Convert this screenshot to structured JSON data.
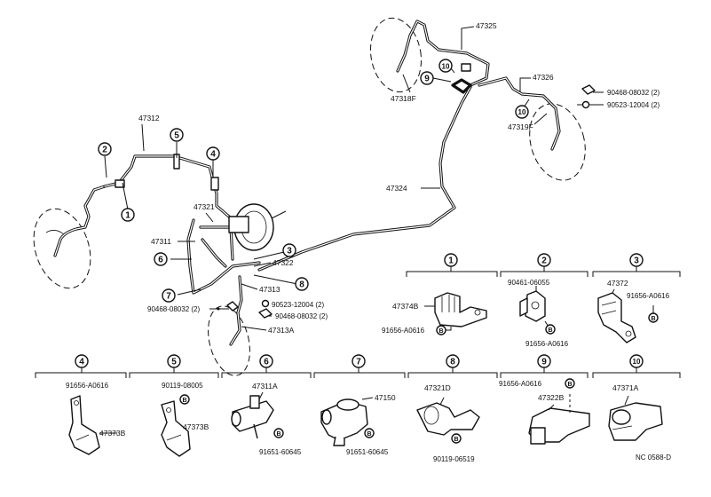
{
  "callouts": {
    "c1": "1",
    "c2": "2",
    "c3": "3",
    "c4": "4",
    "c5": "5",
    "c6": "6",
    "c7": "7",
    "c8": "8",
    "c9": "9",
    "c10": "10",
    "b": "B"
  },
  "main": {
    "p47312": "47312",
    "p47321": "47321",
    "p47311": "47311",
    "p47322": "47322",
    "p47313": "47313",
    "p47313A": "47313A",
    "p47324": "47324",
    "p47325": "47325",
    "p47326": "47326",
    "p47318F": "47318F",
    "p47319F": "47319F",
    "f90523_left": "90523-12004 (2)",
    "f90468_left_a": "90468-08032 (2)",
    "f90468_left_b": "90468-08032 (2)",
    "f90468_right": "90468-08032 (2)",
    "f90523_right": "90523-12004 (2)"
  },
  "details": {
    "d1_part": "47374B",
    "d1_bolt": "91656-A0616",
    "d2_bolt_top": "90461-06055",
    "d2_bolt_bot": "91656-A0616",
    "d3_part": "47372",
    "d3_bolt": "91656-A0616",
    "d4_bolt": "91656-A0616",
    "d4_part": "47373B",
    "d5_bolt": "90119-08005",
    "d5_part": "47373B",
    "d6_part": "47311A",
    "d6_bolt": "91651-60645",
    "d7_part": "47150",
    "d7_bolt": "91651-60645",
    "d8_part": "47321D",
    "d8_bolt": "90119-06519",
    "d9_bolt": "91656-A0616",
    "d9_part": "47322B",
    "d10_part": "47371A"
  },
  "footer": {
    "code": "NC 0588-D"
  }
}
